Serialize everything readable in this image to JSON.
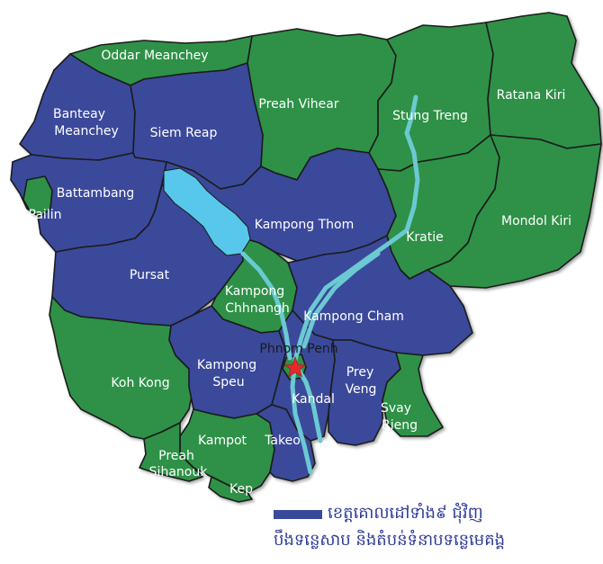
{
  "colors": {
    "target": "#3a4a9b",
    "other": "#2e9146",
    "lake": "#58c7ec",
    "river": "#6bc9d2",
    "capital_star": "#e8262b",
    "legend_text": "#2e3c97"
  },
  "provinces": {
    "oddar_meanchey": {
      "label": "Oddar Meanchey",
      "category": "other"
    },
    "banteay_meanchey": {
      "label_line1": "Banteay",
      "label_line2": "Meanchey",
      "category": "target"
    },
    "siem_reap": {
      "label": "Siem Reap",
      "category": "target"
    },
    "preah_vihear": {
      "label": "Preah Vihear",
      "category": "other"
    },
    "stung_treng": {
      "label": "Stung Treng",
      "category": "other"
    },
    "ratana_kiri": {
      "label": "Ratana Kiri",
      "category": "other"
    },
    "battambang": {
      "label": "Battambang",
      "category": "target"
    },
    "pailin": {
      "label": "Pailin",
      "category": "other"
    },
    "kampong_thom": {
      "label": "Kampong Thom",
      "category": "target"
    },
    "kratie": {
      "label": "Kratie",
      "category": "other"
    },
    "mondol_kiri": {
      "label": "Mondol Kiri",
      "category": "other"
    },
    "pursat": {
      "label": "Pursat",
      "category": "target"
    },
    "kampong_chhnang": {
      "label_line1": "Kampong",
      "label_line2": "Chhnangh",
      "category": "other"
    },
    "kampong_cham": {
      "label": "Kampong Cham",
      "category": "target"
    },
    "phnom_penh": {
      "label": "Phnom Penh",
      "category": "other"
    },
    "koh_kong": {
      "label": "Koh Kong",
      "category": "other"
    },
    "kampong_speu": {
      "label_line1": "Kampong",
      "label_line2": "Speu",
      "category": "target"
    },
    "kandal": {
      "label": "Kandal",
      "category": "target"
    },
    "prey_veng": {
      "label_line1": "Prey",
      "label_line2": "Veng",
      "category": "target"
    },
    "svay_rieng": {
      "label_line1": "Svay",
      "label_line2": "Rieng",
      "category": "other"
    },
    "kampot": {
      "label": "Kampot",
      "category": "other"
    },
    "takeo": {
      "label": "Takeo",
      "category": "target"
    },
    "preah_sihanouk": {
      "label_line1": "Preah",
      "label_line2": "Sihanouk",
      "category": "other"
    },
    "kep": {
      "label": "Kep",
      "category": "other"
    }
  },
  "legend": {
    "line1": "ខេត្តគោលដៅទាំង៩ ជុំវិញ",
    "line2": "បឹងទន្លេសាប និងតំបន់ទំនាបទន្លេមេគង្គ"
  }
}
